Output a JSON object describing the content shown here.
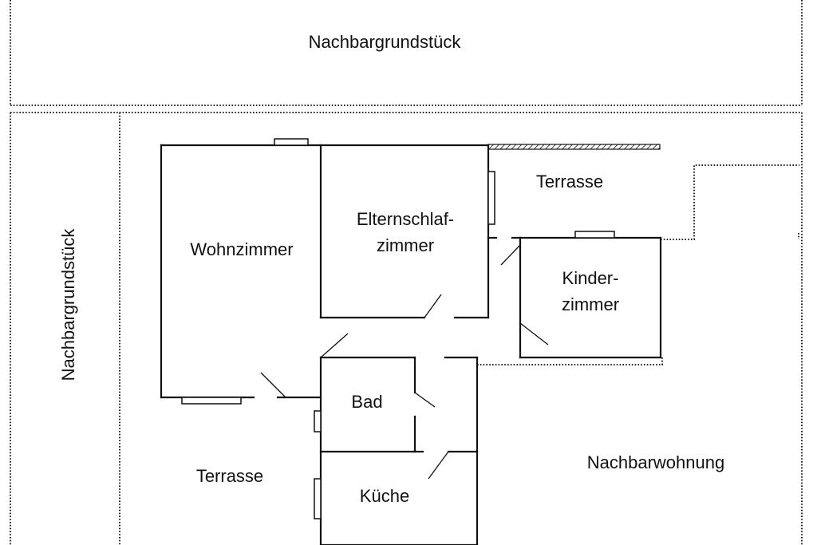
{
  "labels": {
    "neighbor_top": "Nachbargrundstück",
    "neighbor_left": "Nachbargrundstück",
    "living_room": "Wohnzimmer",
    "parents_bedroom_line1": "Elternschlaf-",
    "parents_bedroom_line2": "zimmer",
    "terrace_top": "Terrasse",
    "kids_room_line1": "Kinder-",
    "kids_room_line2": "zimmer",
    "bathroom": "Bad",
    "kitchen": "Küche",
    "terrace_bottom": "Terrasse",
    "neighbor_apartment": "Nachbarwohnung"
  }
}
